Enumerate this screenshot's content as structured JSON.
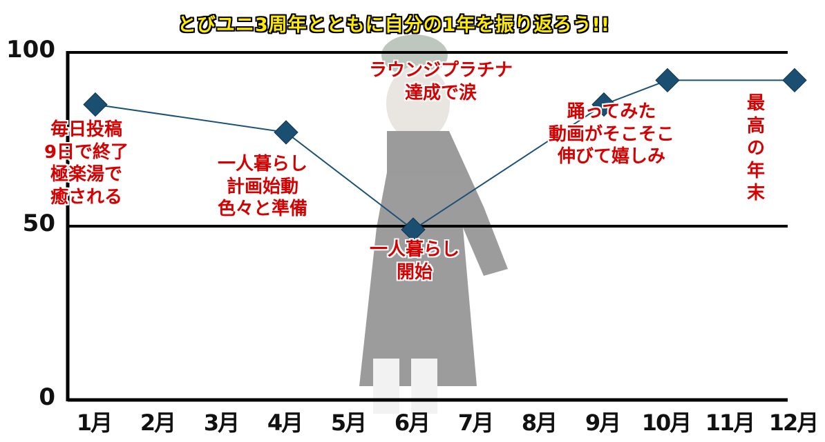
{
  "chart_data": {
    "type": "line",
    "title": "とびユニ3周年とともに自分の1年を振り返ろう!!",
    "categories": [
      "1月",
      "2月",
      "3月",
      "4月",
      "5月",
      "6月",
      "7月",
      "8月",
      "9月",
      "10月",
      "11月",
      "12月"
    ],
    "series": [
      {
        "x": [
          "1月",
          "4月",
          "6月",
          "9月",
          "10月",
          "12月"
        ],
        "values": [
          85,
          77,
          49,
          85,
          92,
          92
        ]
      }
    ],
    "ylim": [
      0,
      100
    ],
    "yticks": [
      0,
      50,
      100
    ],
    "grid": true,
    "annotations": [
      {
        "text": "毎日投稿\n9日で終了\n極楽湯で\n癒される"
      },
      {
        "text": "一人暮らし\n計画始動\n色々と準備"
      },
      {
        "text": "ラウンジプラチナ\n達成で涙"
      },
      {
        "text": "一人暮らし\n開始"
      },
      {
        "text": "踊ってみた\n動画がそこそこ\n伸びて嬉しみ"
      },
      {
        "text": "最\n高\nの\n年\n末"
      }
    ],
    "colors": {
      "line": "#1a5276",
      "marker": "#1b4f72",
      "annotation": "#d50000",
      "title": "#ffeb00"
    }
  }
}
